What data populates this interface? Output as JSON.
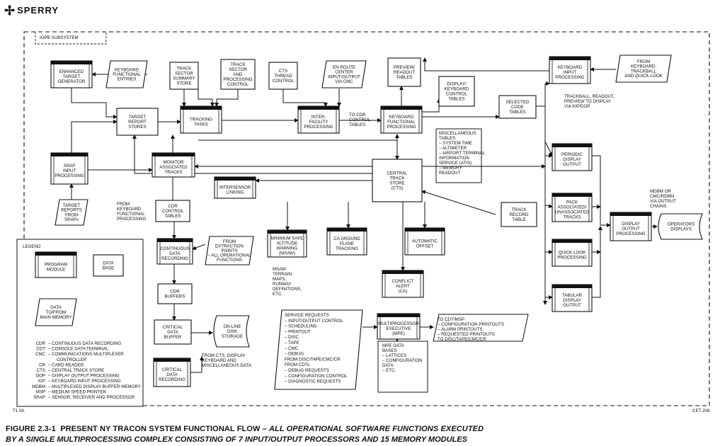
{
  "brand": "SPERRY",
  "caption": {
    "number": "FIGURE 2.3-1",
    "title": "PRESENT NY TRACON SYSTEM FUNCTIONAL FLOW – ",
    "italic_part": "ALL OPERATIONAL SOFTWARE FUNCTIONS EXECUTED",
    "line2": "BY A SINGLE MULTIPROCESSING COMPLEX CONSISTING OF 7 INPUT/OUTPUT PROCESSORS AND 15 MEMORY MODULES"
  },
  "corner": {
    "left": "T1.0A",
    "right": "CET-208"
  },
  "subsystem_label": "IOPB SUBSYSTEM",
  "modules": [
    {
      "id": "etg",
      "lines": [
        "ENHANCED",
        "TARGET",
        "GENERATOR"
      ]
    },
    {
      "id": "tracking",
      "lines": [
        "TRACKING",
        "TASKS"
      ]
    },
    {
      "id": "interfacility",
      "lines": [
        "INTER-",
        "FACILITY",
        "PROCESSING"
      ]
    },
    {
      "id": "kbfunc",
      "lines": [
        "KEYBOARD",
        "FUNCTIONAL",
        "PROCESSING"
      ]
    },
    {
      "id": "kbinput",
      "lines": [
        "KEYBOARD",
        "INPUT",
        "PROCESSING"
      ]
    },
    {
      "id": "srap",
      "lines": [
        "SRAP",
        "INPUT",
        "PROCESSING"
      ]
    },
    {
      "id": "monitor",
      "lines": [
        "MONITOR",
        "ASSOCIATED",
        "TRACKS"
      ]
    },
    {
      "id": "intersensor",
      "lines": [
        "INTERSENSOR",
        "LINKING"
      ]
    },
    {
      "id": "contdata",
      "lines": [
        "CONTINUOUS",
        "DATA",
        "RECORDING"
      ]
    },
    {
      "id": "msaw",
      "lines": [
        "MINIMUM SAFE",
        "ALTITUDE",
        "WARNING",
        "(MSAW)"
      ]
    },
    {
      "id": "caground",
      "lines": [
        "CA GROUND",
        "PLANE",
        "TRACKING"
      ]
    },
    {
      "id": "autooffset",
      "lines": [
        "AUTOMATIC",
        "OFFSET"
      ]
    },
    {
      "id": "conflict",
      "lines": [
        "CONFLICT",
        "ALERT",
        "(CA)"
      ]
    },
    {
      "id": "periodic",
      "lines": [
        "PERIODIC",
        "DISPLAY",
        "OUTPUT"
      ]
    },
    {
      "id": "pack",
      "lines": [
        "PACK",
        "ASSOCIATED/",
        "UNASSOCIATED",
        "TRACKS"
      ]
    },
    {
      "id": "quicklook",
      "lines": [
        "QUICK-LOOK",
        "PROCESSING"
      ]
    },
    {
      "id": "tabular",
      "lines": [
        "TABULAR",
        "DISPLAY",
        "OUTPUT"
      ]
    },
    {
      "id": "dispout",
      "lines": [
        "DISPLAY",
        "OUTPUT",
        "PROCESSING"
      ]
    },
    {
      "id": "mpe",
      "lines": [
        "MULTIPROCESSOR",
        "EXECUTIVE",
        "(MPE)"
      ]
    },
    {
      "id": "critrec",
      "lines": [
        "CRITICAL",
        "DATA",
        "RECORDING"
      ]
    }
  ],
  "stores": [
    {
      "id": "tss",
      "lines": [
        "TRACK",
        "SECTOR",
        "SUMMARY",
        "STORE"
      ]
    },
    {
      "id": "tspc",
      "lines": [
        "TRACK",
        "SECTOR",
        "AND",
        "PROCESSING",
        "CONTROL"
      ]
    },
    {
      "id": "cts_thread",
      "lines": [
        "CTS",
        "THREAD",
        "CONTROL"
      ]
    },
    {
      "id": "trs",
      "lines": [
        "TARGET",
        "REPORT",
        "STORES"
      ]
    },
    {
      "id": "preview",
      "lines": [
        "PREVIEW/",
        "READOUT",
        "TABLES"
      ]
    },
    {
      "id": "dkct",
      "lines": [
        "DISPLAY/",
        "KEYBOARD",
        "CONTROL",
        "TABLES"
      ]
    },
    {
      "id": "selcode",
      "lines": [
        "SELECTED",
        "CODE",
        "TABLES"
      ]
    },
    {
      "id": "cts",
      "lines": [
        "CENTRAL",
        "TRACK",
        "STORE",
        "(CTS)"
      ]
    },
    {
      "id": "cdrct",
      "lines": [
        "CDR",
        "CONTROL",
        "TABLES"
      ]
    },
    {
      "id": "cdrbuf",
      "lines": [
        "CDR",
        "BUFFERS"
      ]
    },
    {
      "id": "critbuf",
      "lines": [
        "CRITICAL",
        "DATA",
        "BUFFER"
      ]
    },
    {
      "id": "trackrec",
      "lines": [
        "TRACK",
        "RECORD",
        "TABLE"
      ]
    }
  ],
  "io": [
    {
      "id": "kfe",
      "lines": [
        "KEYBOARD",
        "FUNCTIONAL",
        "ENTRIES"
      ]
    },
    {
      "id": "enroute",
      "lines": [
        "EN ROUTE",
        "CENTER",
        "INPUT/OUTPUT",
        "VIA CMC"
      ]
    },
    {
      "id": "fromkb",
      "lines": [
        "FROM",
        "KEYBOARD,",
        "TRACKBALL",
        "AND QUICK-LOOK"
      ]
    },
    {
      "id": "target_reports",
      "lines": [
        "TARGET",
        "REPORTS",
        "FROM",
        "SRAPs"
      ]
    },
    {
      "id": "fromextract",
      "lines": [
        "FROM",
        "EXTRACTION",
        "POINTS",
        "– ALL OPERATIONAL",
        "FUNCTIONS"
      ]
    }
  ],
  "disk": {
    "lines": [
      "ON-LINE",
      "DISK",
      "STORAGE"
    ]
  },
  "operators": {
    "lines": [
      "OPERATORS",
      "DISPLAYS"
    ]
  },
  "texts": {
    "to_cdr": [
      "TO CDR",
      "CONTROL",
      "TABLES"
    ],
    "trackball_readout": [
      "TRACKBALL, READOUT,",
      "PREVIEW TO DISPLAY",
      "VIA KIP/DOP"
    ],
    "misc_tables": [
      "MISCELLANEOUS",
      "TABLES",
      "– SYSTEM TIME",
      "– ALTIMETER",
      "– AIRPORT TERMINAL",
      "INFORMATION",
      "SERVICE (ATIS)",
      "– MEMORY",
      "READOUT"
    ],
    "from_kb_func": [
      "FROM",
      "KEYBOARD",
      "FUNCTIONAL",
      "PROCESSING"
    ],
    "msaw_maps": [
      "MSAW",
      "TERRAIN",
      "MAPS,",
      "RUNWAY",
      "DEFINITIONS,",
      "ETC."
    ],
    "mdbm_chains": [
      "MDBM OR",
      "CMC/RDBM",
      "VIA OUTPUT",
      "CHAINS"
    ],
    "from_cts_display": [
      "FROM CTS, DISPLAY",
      "KEYBOARD AND",
      "MISCELLANEOUS DATA"
    ],
    "to_cdt": [
      "TO CDT/MSP",
      "– CONFIGURATION PRINTOUTS",
      "– ALARM PRINTOUTS",
      "– REQUESTED PRINTOUTS",
      "TO DISC/TAPE/CMC/CR"
    ],
    "mpe_data": [
      "MPE DATA",
      "BASES",
      "– LATTICES",
      "– CONFIGURATION",
      "DATA",
      "– ETC."
    ]
  },
  "service": [
    "SERVICE REQUESTS",
    "– INPUT/OUTPUT CONTROL",
    "– SCHEDULING",
    "– PRINTOUT",
    "– DISC",
    "– TAPE",
    "– CMC",
    "– DEBUG",
    "FROM DISC/TAPE/CMC/CR",
    "FROM CDTs",
    "– DEBUG REQUESTS",
    "– CONFIGURATION CONTROL",
    "– DIAGNOSTIC REQUESTS"
  ],
  "legend": {
    "title": "LEGEND",
    "program_module": [
      "PROGRAM",
      "MODULE"
    ],
    "data_base": [
      "DATA",
      "BASE"
    ],
    "data_memory": [
      "DATA",
      "TO/FROM",
      "MAIN MEMORY"
    ],
    "abbreviations": [
      {
        "abbr": "CDR",
        "def": "CONTINUOUS DATA RECORDING"
      },
      {
        "abbr": "CDT",
        "def": "CONSOLE DATA TERMINAL"
      },
      {
        "abbr": "CMC",
        "def": "COMMUNICATIONS MULTIPLEXER"
      },
      {
        "abbr": "",
        "def": "CONTROLLER"
      },
      {
        "abbr": "CR",
        "def": "CARD READER"
      },
      {
        "abbr": "CTS",
        "def": "CENTRAL TRACK STORE"
      },
      {
        "abbr": "DOP",
        "def": "DISPLAY OUTPUT PROCESSING"
      },
      {
        "abbr": "KIP",
        "def": "KEYBOARD INPUT PROCESSING"
      },
      {
        "abbr": "MDBM",
        "def": "MULTIPLEXED DISPLAY BUFFER MEMORY"
      },
      {
        "abbr": "MSP",
        "def": "MEDIUM SPEED PRINTER"
      },
      {
        "abbr": "SRAP",
        "def": "SENSOR, RECEIVER AND PROCESSOR"
      }
    ]
  }
}
